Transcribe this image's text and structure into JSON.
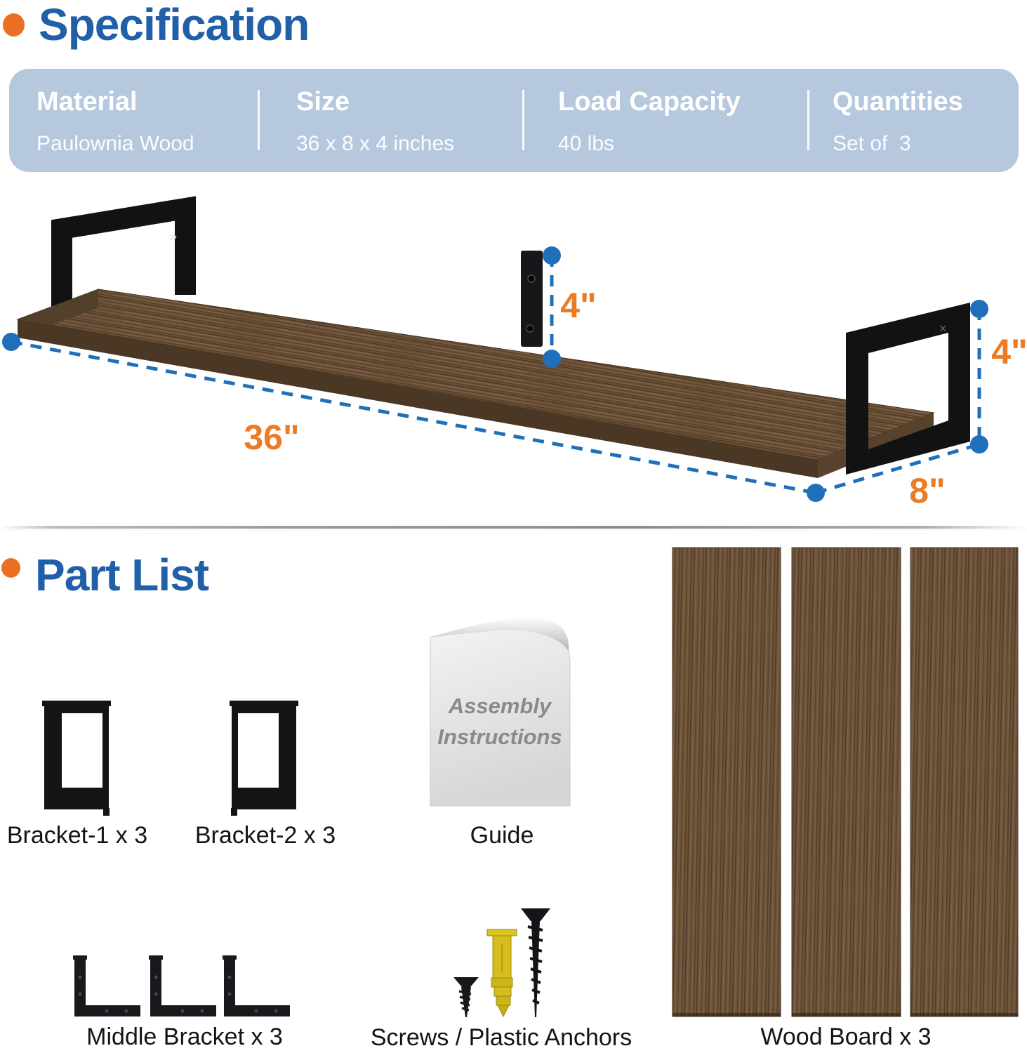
{
  "specification": {
    "title": "Specification",
    "table": {
      "columns": [
        {
          "label": "Material",
          "value": "Paulownia Wood"
        },
        {
          "label": "Size",
          "value": "36 x 8 x 4 inches"
        },
        {
          "label": "Load Capacity",
          "value": "40 lbs"
        },
        {
          "label": "Quantities",
          "value": "Set of  3"
        }
      ]
    },
    "dimensions": {
      "length": "36\"",
      "depth": "8\"",
      "bracket_height_mid": "4\"",
      "bracket_height_right": "4\""
    }
  },
  "part_list": {
    "title": "Part List",
    "guide_sheet": {
      "line1": "Assembly",
      "line2": "Instructions"
    },
    "items": [
      {
        "label": "Bracket-1 x 3"
      },
      {
        "label": "Bracket-2 x 3"
      },
      {
        "label": "Guide"
      },
      {
        "label": "Middle Bracket x 3"
      },
      {
        "label": "Screws / Plastic Anchors"
      },
      {
        "label": "Wood Board x 3"
      }
    ]
  },
  "colors": {
    "heading_blue": "#2160a8",
    "accent_orange": "#ec7b23",
    "table_bg": "#b5c8de",
    "dimension_blue": "#1f6fba",
    "wood_brown": "#6d5339"
  }
}
